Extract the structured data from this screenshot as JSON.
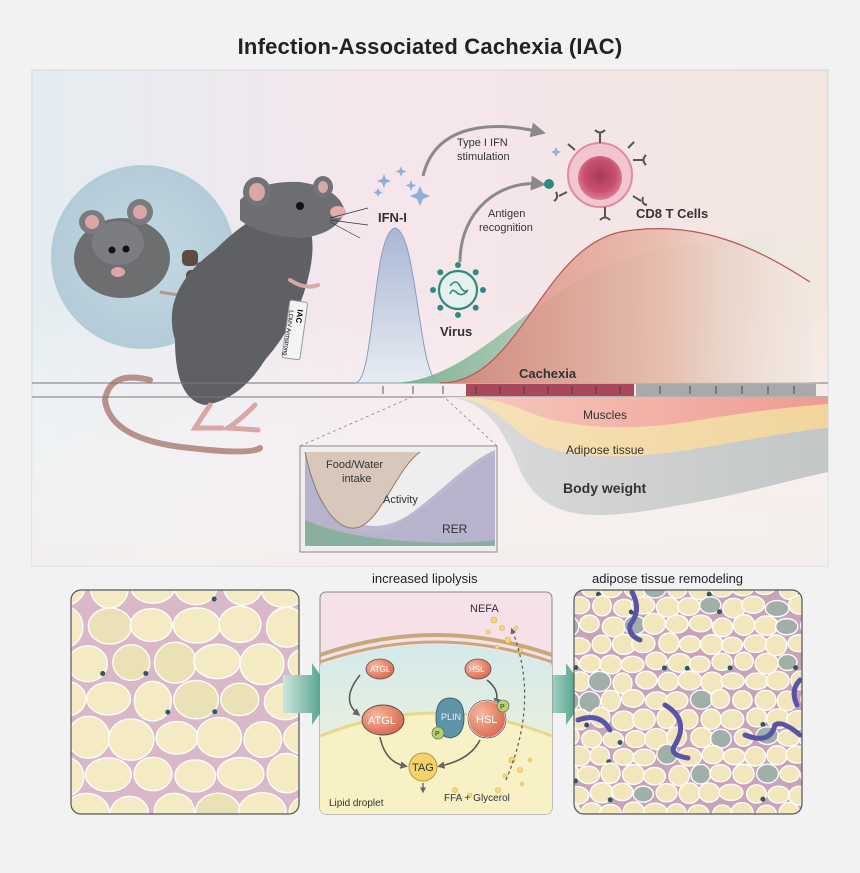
{
  "title": "Infection-Associated Cachexia (IAC)",
  "top_panel": {
    "ifn_label": "IFN-I",
    "virus_label": "Virus",
    "type1_ifn_line1": "Type I IFN",
    "type1_ifn_line2": "stimulation",
    "antigen_line1": "Antigen",
    "antigen_line2": "recognition",
    "cd8_label": "CD8 T Cells",
    "cachexia_label": "Cachexia",
    "muscles_label": "Muscles",
    "adipose_label": "Adipose tissue",
    "body_weight_label": "Body weight",
    "tag_line1": "IAC",
    "tag_line2": "LCMV Armstrong"
  },
  "inset": {
    "food_line1": "Food/Water",
    "food_line2": "intake",
    "activity_label": "Activity",
    "rer_label": "RER"
  },
  "bottom": {
    "lipolysis_caption": "increased lipolysis",
    "remodeling_caption": "adipose tissue remodeling",
    "nefa_label": "NEFA",
    "atgl_small": "ATGL",
    "atgl_large": "ATGL",
    "hsl_small": "HSL",
    "hsl_large": "HSL",
    "plin_label": "PLIN",
    "p_label": "P",
    "tag_label": "TAG",
    "lipid_droplet_label": "Lipid droplet",
    "ffa_label": "FFA + Glycerol"
  },
  "colors": {
    "cachexia_bar": "#a8485a",
    "muscle_fill": "#f2b0a8",
    "adipose_fill": "#f3d9a6",
    "body_weight_fill": "#c9cbcb",
    "virus_green": "#2f8b7e",
    "cd8_pink": "#e58a9f",
    "ifn_blue": "#c2cde0"
  }
}
